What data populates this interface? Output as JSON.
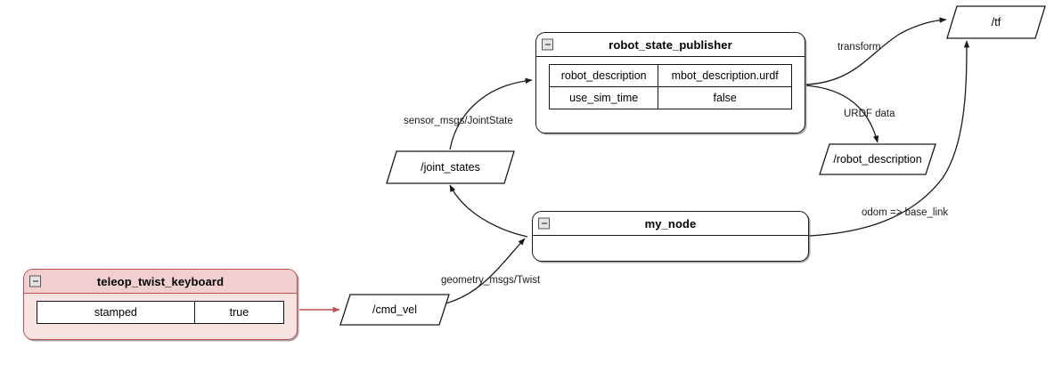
{
  "diagram": {
    "title": "ROS rqt_graph node diagram",
    "background": "#ffffff",
    "default_stroke": "#1a1a1a",
    "accent_color": "#c0504d",
    "accent_fill": "#f2cfcf"
  },
  "nodes": [
    {
      "id": "robot_state_publisher",
      "title": "robot_state_publisher",
      "collapse_icon": "collapse-minus-icon",
      "accent": false,
      "params": [
        {
          "name": "robot_description",
          "value": "mbot_description.urdf"
        },
        {
          "name": "use_sim_time",
          "value": "false"
        }
      ]
    },
    {
      "id": "my_node",
      "title": "my_node",
      "collapse_icon": "collapse-minus-icon",
      "accent": false,
      "params": []
    },
    {
      "id": "teleop_twist_keyboard",
      "title": "teleop_twist_keyboard",
      "collapse_icon": "collapse-minus-icon",
      "accent": true,
      "params": [
        {
          "name": "stamped",
          "value": "true"
        }
      ]
    }
  ],
  "topics": [
    {
      "id": "tf",
      "label": "/tf"
    },
    {
      "id": "joint_states",
      "label": "/joint_states"
    },
    {
      "id": "robot_description",
      "label": "/robot_description"
    },
    {
      "id": "cmd_vel",
      "label": "/cmd_vel"
    }
  ],
  "edge_labels": [
    {
      "id": "transform",
      "text": "transform"
    },
    {
      "id": "urdf_data",
      "text": "URDF data"
    },
    {
      "id": "sensor_msgs_jointstate",
      "text": "sensor_msgs/JointState"
    },
    {
      "id": "geometry_msgs_twist",
      "text": "geometry_msgs/Twist"
    },
    {
      "id": "odom_base_link",
      "text": "odom => base_link"
    }
  ]
}
